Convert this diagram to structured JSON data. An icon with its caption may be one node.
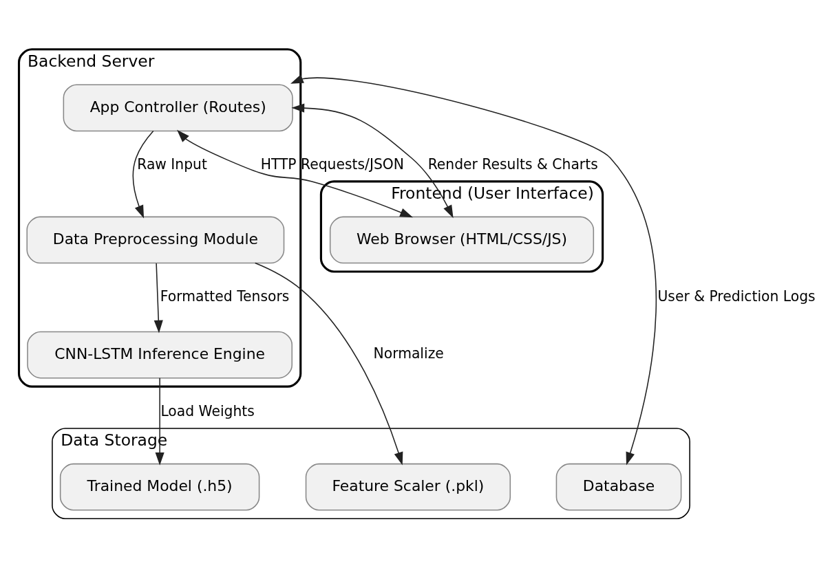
{
  "diagram": {
    "nodes": [
      {
        "text": [
          "Backend Server"
        ]
      },
      {
        "text": [
          "App Controller (Routes)"
        ],
        "in": 0
      },
      {
        "text": [
          "Data Preprocessing Module"
        ],
        "in": 0
      },
      {
        "text": [
          "CNN-LSTM Inference Engine"
        ],
        "in": 0
      },
      {
        "text": [
          "Frontend (User Interface)"
        ]
      },
      {
        "text": [
          "Web Browser (HTML/CSS/JS)"
        ],
        "in": 4
      },
      {
        "text": [
          "Data Storage"
        ]
      },
      {
        "text": [
          "Trained Model (.h5)"
        ],
        "in": 6
      },
      {
        "text": [
          "Feature Scaler (.pkl)"
        ],
        "in": 6
      },
      {
        "text": [
          "Database"
        ],
        "in": 6
      }
    ],
    "edges": [
      {
        "from": 1,
        "to": 2,
        "arrow": "to",
        "label": "Raw Input"
      },
      {
        "from": 1,
        "to": 5,
        "arrow": "both",
        "label": "HTTP Requests/JSON"
      },
      {
        "from": 1,
        "to": 5,
        "arrow": "both",
        "label": "Render Results & Charts"
      },
      {
        "from": 1,
        "to": 9,
        "arrow": "both",
        "label": "User & Prediction Logs"
      },
      {
        "from": 2,
        "to": 3,
        "arrow": "to",
        "label": "Formatted Tensors"
      },
      {
        "from": 2,
        "to": 8,
        "arrow": "to",
        "label": "Normalize"
      },
      {
        "from": 3,
        "to": 7,
        "arrow": "to",
        "label": "Load Weights"
      }
    ]
  }
}
